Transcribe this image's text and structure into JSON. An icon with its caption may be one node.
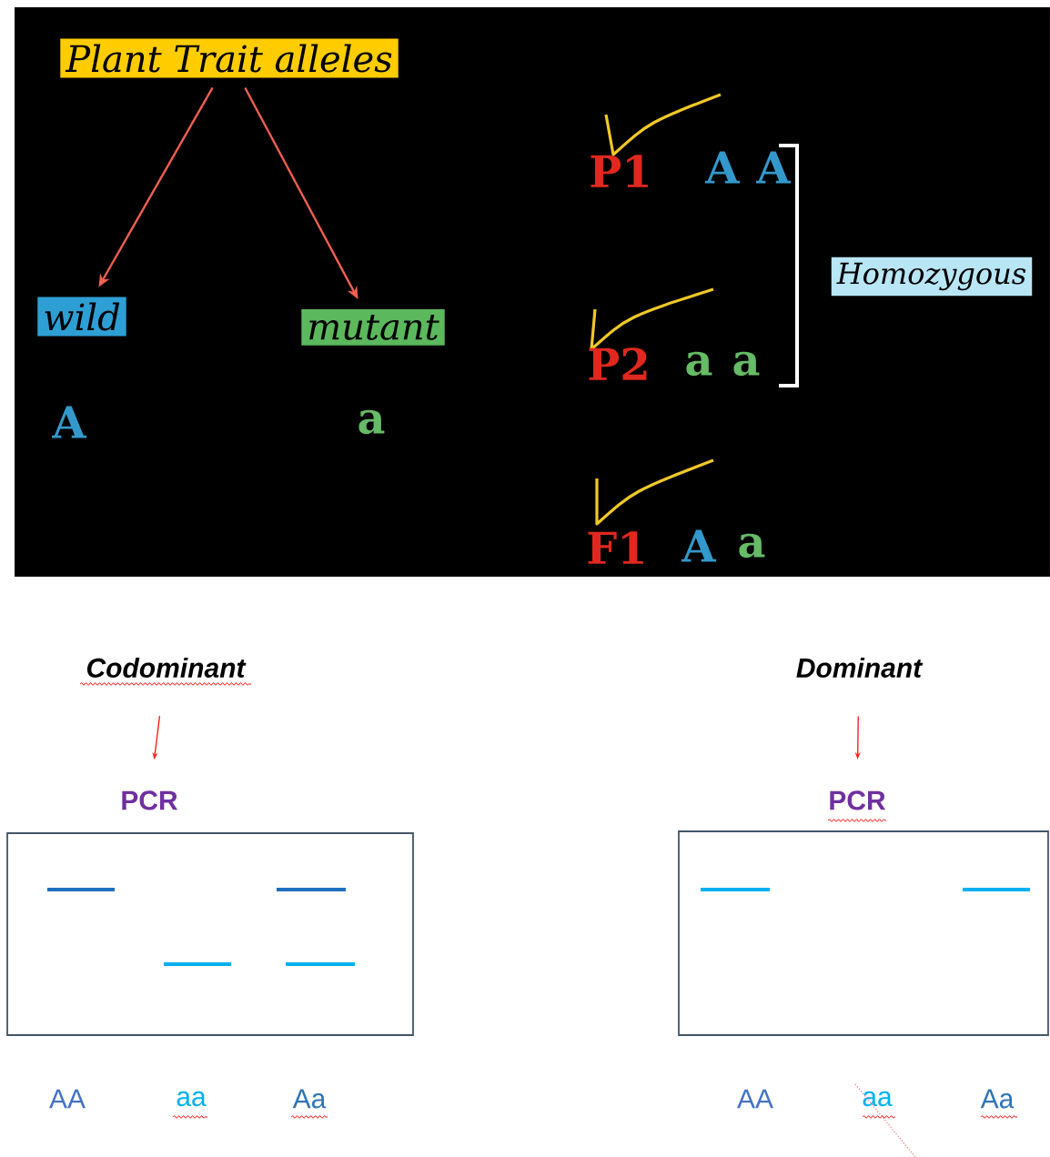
{
  "diagram": {
    "nodes": [
      {
        "text": [
          "Plant Trait alleles"
        ]
      },
      {
        "text": [
          "wild"
        ]
      },
      {
        "text": [
          "mutant"
        ]
      },
      {
        "text": [
          "Homozygous"
        ]
      },
      {
        "text": [
          "Codominant"
        ]
      },
      {
        "text": [
          "PCR"
        ]
      },
      {
        "text": [],
        "shape": "box"
      },
      {
        "text": [
          "Dominant"
        ]
      },
      {
        "text": [
          "PCR"
        ]
      },
      {
        "text": [],
        "shape": "box"
      }
    ],
    "edges": [
      {
        "from": 0,
        "to": 1,
        "arrow": "to"
      },
      {
        "from": 0,
        "to": 2,
        "arrow": "to"
      },
      {
        "from": 4,
        "to": 5,
        "arrow": "to"
      },
      {
        "from": 7,
        "to": 8,
        "arrow": "to"
      }
    ],
    "labels": [
      "P1",
      "A",
      "A",
      "P2",
      "a",
      "a",
      "A",
      "a",
      "F1",
      "A",
      "a",
      "AA",
      "aa",
      "Aa",
      "AA",
      "aa",
      "Aa"
    ]
  }
}
